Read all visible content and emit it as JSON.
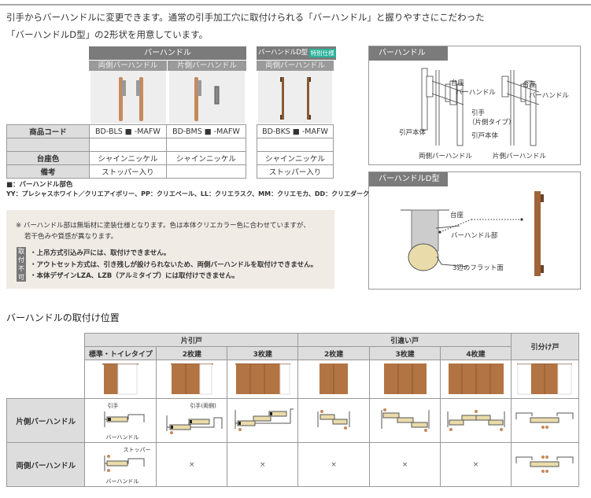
{
  "intro": [
    "引手からバーハンドルに変更できます。通常の引手加工穴に取付けられる「バーハンドル」と握りやすさにこだわった",
    "「バーハンドルD型」の2形状を用意しています。"
  ],
  "products": {
    "group1": "バーハンドル",
    "group2": "バーハンドルD型",
    "special_badge": "特別仕様",
    "sub": [
      "両側バーハンドル",
      "片側バーハンドル",
      "両側バーハンドル"
    ],
    "rows": [
      {
        "label": "商品コード",
        "values": [
          "BD-BLS ■ -MAFW",
          "BD-BMS ■ -MAFW",
          "BD-BKS ■ -MAFW"
        ]
      },
      {
        "label": "",
        "values": [
          "",
          "",
          ""
        ]
      },
      {
        "label": "台座色",
        "values": [
          "シャインニッケル",
          "シャインニッケル",
          "シャインニッケル"
        ]
      },
      {
        "label": "備考",
        "values": [
          "ストッパー入り",
          "",
          "ストッパー入り"
        ]
      }
    ]
  },
  "legend": [
    "■：バーハンドル部色",
    "YY：プレシャスホワイト／クリエアイボリー、PP：クリエペール、LL：クリエラスク、MM：クリエモカ、DD：クリエダーク"
  ],
  "note": {
    "main": [
      "※ バーハンドル部は無垢材に塗装仕様となります。色は本体クリエカラー色に合わせていますが、",
      "若干色みや質感が異なります。"
    ],
    "ng_label": "取付不可",
    "items": [
      "・上吊方式引込み戸には、取付けできません。",
      "・アウトセット方式は、引き残しが設けられないため、両側バーハンドルを取付けできません。",
      "・本体デザインLZA、LZB（アルミタイプ）には取付けできません。"
    ]
  },
  "panel1": {
    "title": "バーハンドル",
    "labels": {
      "base1": "台座",
      "bar1": "バーハンドル",
      "body1": "引戸本体",
      "cap1": "両側バーハンドル",
      "base2": "台座",
      "bar2": "バーハンドル",
      "pull": "引手",
      "pull2": "（片側タイプ）",
      "body2": "引戸本体",
      "cap2": "片側バーハンドル"
    }
  },
  "panel2": {
    "title": "バーハンドルD型",
    "labels": {
      "base": "台座",
      "bar": "バーハンドル部",
      "flat": "3辺のフラット面"
    }
  },
  "position": {
    "title": "バーハンドルの取付け位置",
    "groups": [
      "片引戸",
      "引違い戸",
      "引分け戸"
    ],
    "cols": [
      "標準・トイレタイプ",
      "2枚建",
      "3枚建",
      "2枚建",
      "3枚建",
      "4枚建"
    ],
    "rows": [
      {
        "label": "片側バーハンドル",
        "cells": [
          "",
          "",
          "",
          "",
          "",
          "",
          ""
        ],
        "annot": [
          "引手",
          "バーハンドル",
          "引手(両側)"
        ]
      },
      {
        "label": "両側バーハンドル",
        "cells": [
          "",
          "×",
          "×",
          "×",
          "×",
          "×",
          ""
        ],
        "annot": [
          "ストッパー",
          "バーハンドル"
        ]
      }
    ]
  },
  "colors": {
    "wood": "#b27443",
    "header": "#7b7b7b",
    "note_bg": "#f1ebe6",
    "badge": "#2bb39a"
  }
}
